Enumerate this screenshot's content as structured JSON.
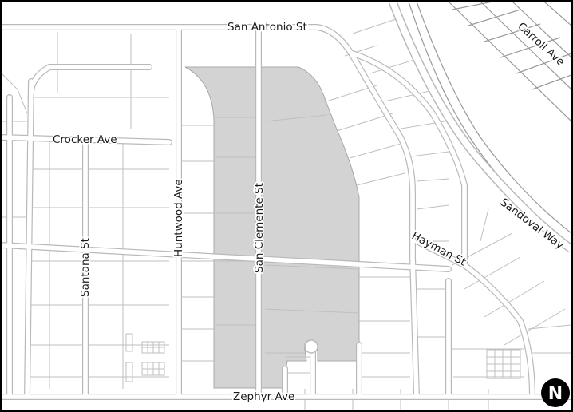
{
  "map": {
    "streets": {
      "san_antonio": "San Antonio St",
      "crocker": "Crocker Ave",
      "huntwood": "Huntwood Ave",
      "santana": "Santana St",
      "san_clemente": "San Clemente St",
      "hayman": "Hayman St",
      "sandoval": "Sandoval Way",
      "carroll": "Carroll Ave",
      "zephyr": "Zephyr Ave"
    },
    "north_arrow": "N",
    "highlight_color": "#d3d3d3",
    "road_color": "#b9b9b9",
    "background_color": "#ffffff"
  }
}
